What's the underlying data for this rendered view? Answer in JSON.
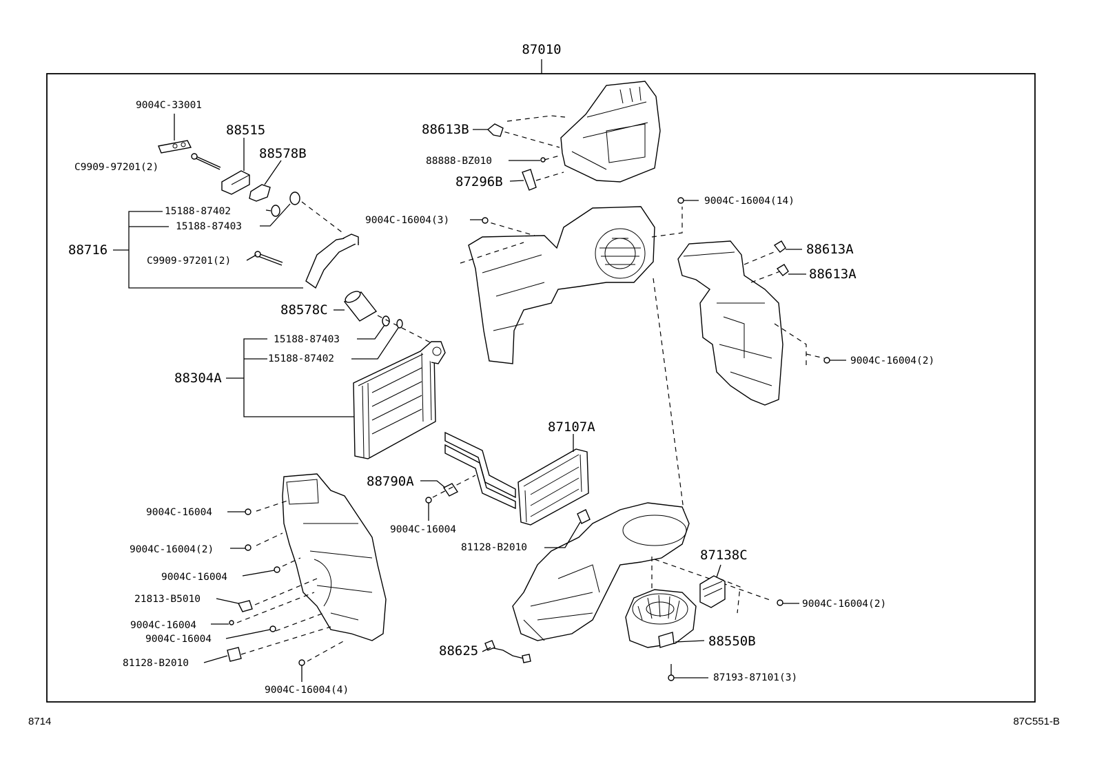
{
  "assembly_number": "87010",
  "footer": {
    "left_code": "8714",
    "right_code": "87C551-B"
  },
  "callouts": {
    "c9004c_33001": "9004C-33001",
    "c88515": "88515",
    "c88578b": "88578B",
    "c9909_97201_a": "C9909-97201(2)",
    "c15188_87402_a": "15188-87402",
    "c15188_87403_a": "15188-87403",
    "c88716": "88716",
    "c9909_97201_b": "C9909-97201(2)",
    "c88578c": "88578C",
    "c15188_87403_b": "15188-87403",
    "c15188_87402_b": "15188-87402",
    "c88304a": "88304A",
    "c88613b": "88613B",
    "c88888_bz010": "88888-BZ010",
    "c87296b": "87296B",
    "c9004c_16004_14": "9004C-16004(14)",
    "c9004c_16004_3": "9004C-16004(3)",
    "c88613a_1": "88613A",
    "c88613a_2": "88613A",
    "c9004c_16004_2_right": "9004C-16004(2)",
    "c87107a": "87107A",
    "c88790a": "88790A",
    "c9004c_16004_mid": "9004C-16004",
    "c81128_b2010_mid": "81128-B2010",
    "c9004c_16004_l1": "9004C-16004",
    "c9004c_16004_2_left": "9004C-16004(2)",
    "c9004c_16004_l3": "9004C-16004",
    "c21813_b5010": "21813-B5010",
    "c9004c_16004_l5": "9004C-16004",
    "c9004c_16004_l6": "9004C-16004",
    "c81128_b2010_left": "81128-B2010",
    "c9004c_16004_4": "9004C-16004(4)",
    "c87138c": "87138C",
    "c9004c_16004_2_bot": "9004C-16004(2)",
    "c88625": "88625",
    "c88550b": "88550B",
    "c87193_87101": "87193-87101(3)"
  }
}
